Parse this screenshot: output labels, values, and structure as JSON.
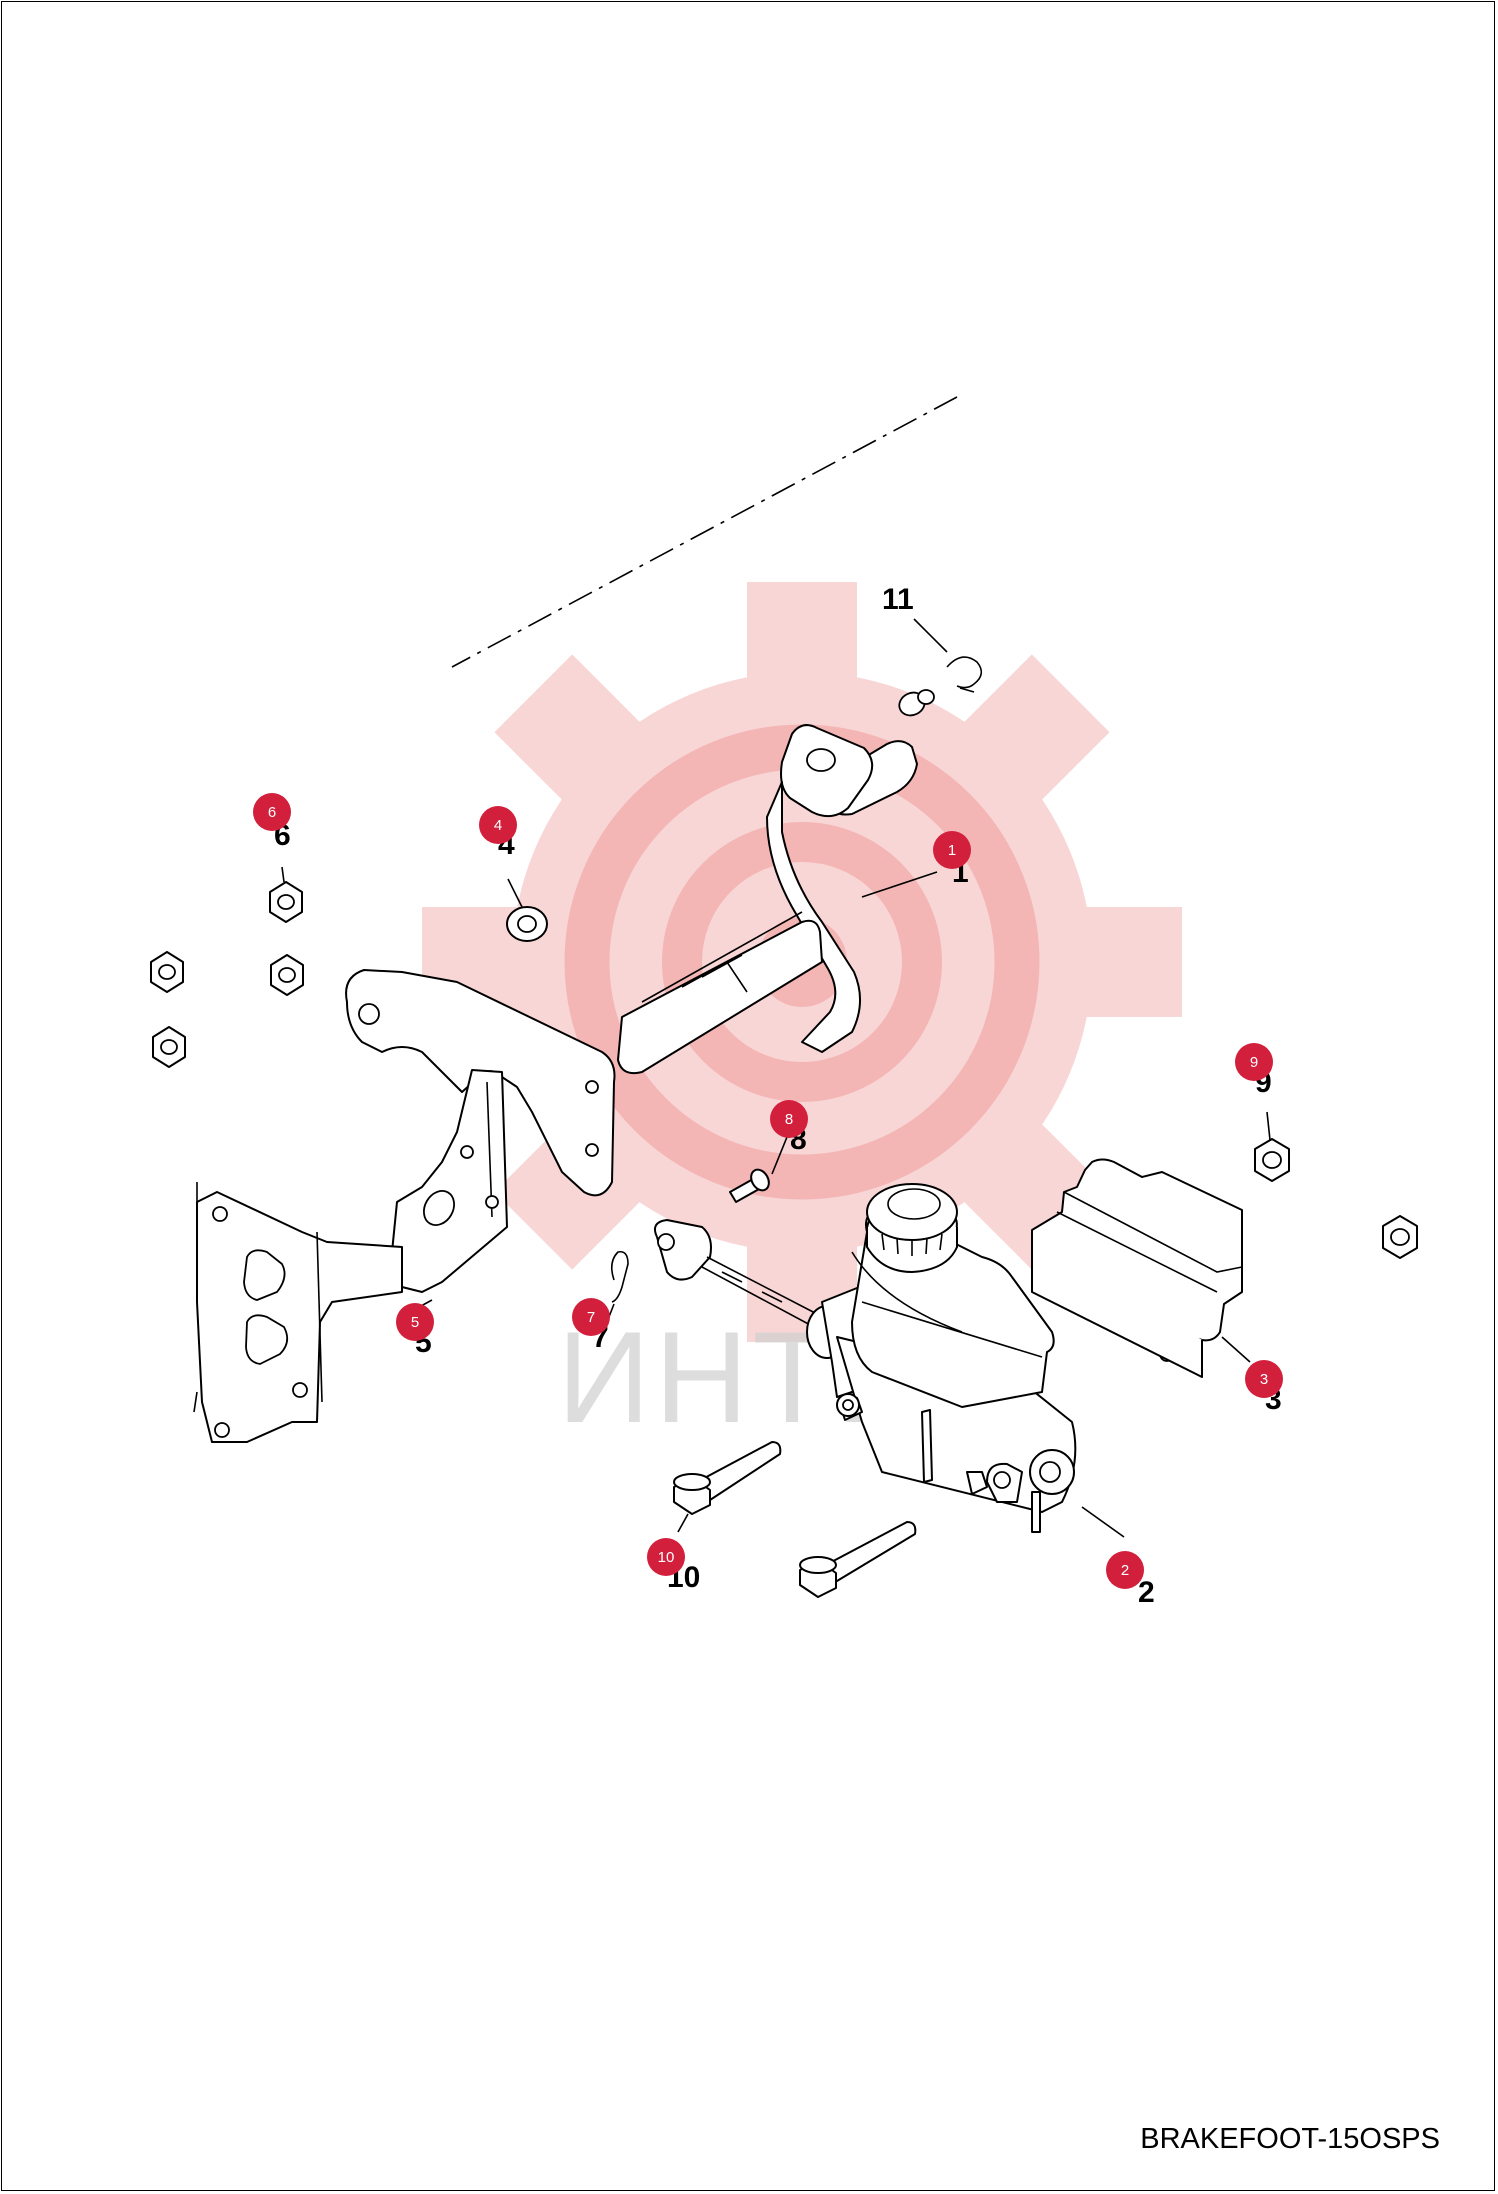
{
  "drawing_code": "BRAKEFOOT-15OSPS",
  "watermark": {
    "text": "ИНТЕХ"
  },
  "colors": {
    "badge": "#d21f3c",
    "watermark": "#f4b5b5",
    "line": "#000000"
  },
  "callouts": [
    {
      "id": "1",
      "badge": "1",
      "label": "1"
    },
    {
      "id": "2",
      "badge": "2",
      "label": "2"
    },
    {
      "id": "3",
      "badge": "3",
      "label": "3"
    },
    {
      "id": "4",
      "badge": "4",
      "label": "4"
    },
    {
      "id": "5",
      "badge": "5",
      "label": "5"
    },
    {
      "id": "6",
      "badge": "6",
      "label": "6"
    },
    {
      "id": "7",
      "badge": "7",
      "label": "7"
    },
    {
      "id": "8",
      "badge": "8",
      "label": "8"
    },
    {
      "id": "9",
      "badge": "9",
      "label": "9"
    },
    {
      "id": "10",
      "badge": "10",
      "label": "10"
    },
    {
      "id": "11",
      "badge": "",
      "label": "11"
    }
  ]
}
